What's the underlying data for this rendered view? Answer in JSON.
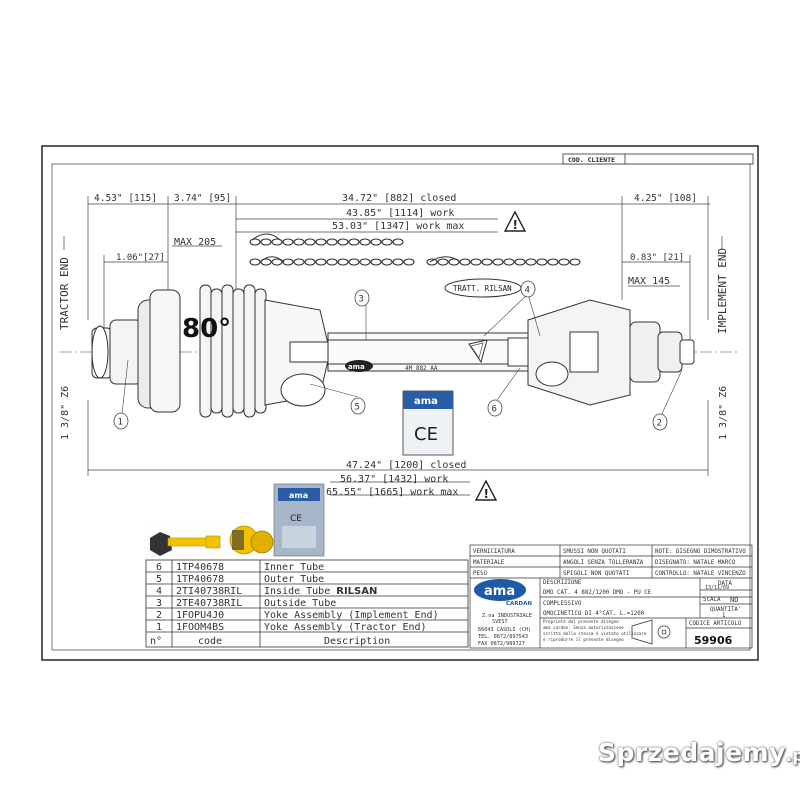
{
  "header": {
    "cod_cliente": "COD. CLIENTE"
  },
  "dimensions": {
    "d1": "4.53\" [115]",
    "d2": "3.74\" [95]",
    "d3": "34.72\" [882] closed",
    "d4": "43.85\" [1114] work",
    "d5": "53.03\" [1347] work max",
    "d6": "4.25\" [108]",
    "d7": "1.06\"[27]",
    "d8": "0.83\" [21]",
    "max205": "MAX 205",
    "max145": "MAX 145",
    "closed_total": "47.24\" [1200] closed",
    "work_total": "56.37\" [1432] work",
    "work_max_total": "65.55\" [1665] work max"
  },
  "labels": {
    "tractor_end": "TRACTOR END",
    "implement_end": "IMPLEMENT END",
    "spline_left": "1 3/8\" Z6",
    "spline_right": "1 3/8\" Z6",
    "angle": "80°",
    "tratt_rilsan": "TRATT. RILSAN",
    "tube_marking": "4M 882 AA",
    "brand": "ama",
    "ce": "CE"
  },
  "callouts": [
    "1",
    "2",
    "3",
    "4",
    "5",
    "6"
  ],
  "parts": [
    {
      "n": "6",
      "code": "1TP40678",
      "desc": "Inner Tube",
      "bold": ""
    },
    {
      "n": "5",
      "code": "1TP40678",
      "desc": "Outer Tube",
      "bold": ""
    },
    {
      "n": "4",
      "code": "2TI40738RIL",
      "desc": "Inside Tube ",
      "bold": "RILSAN"
    },
    {
      "n": "3",
      "code": "2TE40738RIL",
      "desc": "Outside Tube",
      "bold": ""
    },
    {
      "n": "2",
      "code": "1FOPU4J0",
      "desc": "Yoke Assembly (Implement End)",
      "bold": ""
    },
    {
      "n": "1",
      "code": "1FOOM4BS",
      "desc": "Yoke Assembly (Tractor End)",
      "bold": ""
    }
  ],
  "parts_header": {
    "n": "n°",
    "code": "code",
    "desc": "Description"
  },
  "title_block": {
    "verniciatura": "VERNICIATURA",
    "materiale": "MATERIALE",
    "peso": "PESO",
    "smussi": "SMUSSI NON QUOTATI",
    "angoli": "ANGOLI SENZA TOLLERANZA",
    "spigoli": "SPIGOLI NON QUOTATI",
    "note": "NOTE: DISEGNO DIMOSTRATIVO",
    "disegnato": "DISEGNATO: NATALE MARCO",
    "controllo": "CONTROLLO: NATALE VINCENZO",
    "descrizione_label": "DESCRIZIONE",
    "descrizione": "DMO CAT. 4 882/1200 DMO - PU CE",
    "complessivo_label": "COMPLESSIVO",
    "complessivo": "OMOCINETICO DI 4°CAT. L.=1200",
    "data_label": "DATA",
    "data": "13/11/09",
    "scala_label": "SCALA",
    "scala": "ND",
    "quantita_label": "QUANTITA'",
    "quantita": "1",
    "codice_label": "CODICE ARTICOLO",
    "codice": "59906",
    "company_logo": "ama",
    "company_sub": "CARDAN",
    "address1": "Z.na INDUSTRIALE",
    "address2": "SVEST",
    "address3": "66043 CASOLI (CH)",
    "phone": "TEL. 0872/897543",
    "fax": "FAX 0872/989727",
    "property": "Proprietà del presente disegno",
    "property2": "ama cardan. Senza autorizzazione",
    "property3": "scritta della stessa è vietato utilizzare",
    "property4": "e riprodurre il presente disegno"
  },
  "watermark": "Sprzedajemy",
  "watermark_tld": ".pl",
  "colors": {
    "line": "#3a3a3a",
    "ama_blue": "#1f5aa8",
    "photo_yellow": "#f2c200",
    "box_blue": "#2a5da8"
  }
}
